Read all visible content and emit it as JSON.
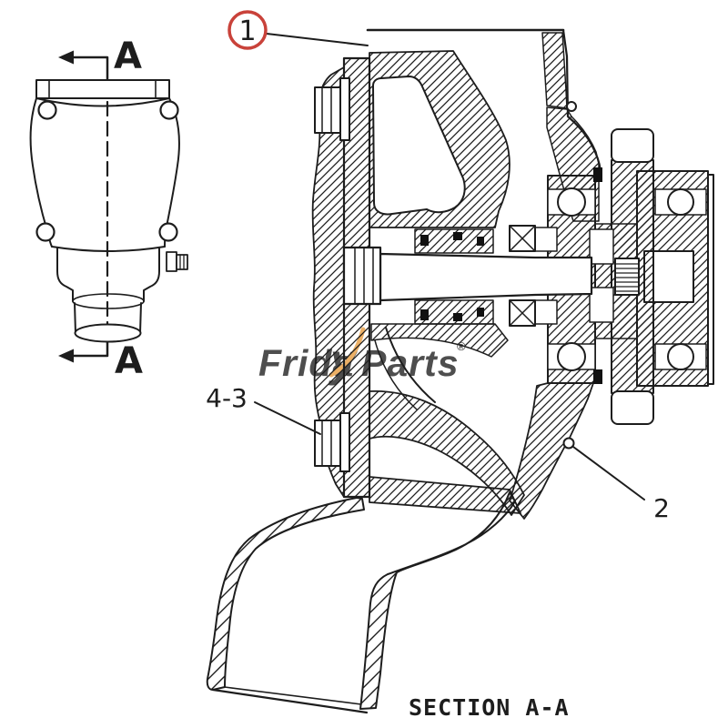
{
  "labels": {
    "callout_1": "1",
    "callout_4_3": "4-3",
    "callout_2": "2",
    "section_arrow_top": "A",
    "section_arrow_bottom": "A",
    "caption": "SECTION A-A"
  },
  "watermark": {
    "part1": "Frida",
    "accent": "y",
    "part2": "Parts",
    "registered": "®"
  },
  "colors": {
    "line": "#1d1d1d",
    "callout_red": "#c9423a",
    "watermark_blue": "#5f93cf",
    "watermark_orange": "#e79a3c",
    "background": "#ffffff"
  }
}
